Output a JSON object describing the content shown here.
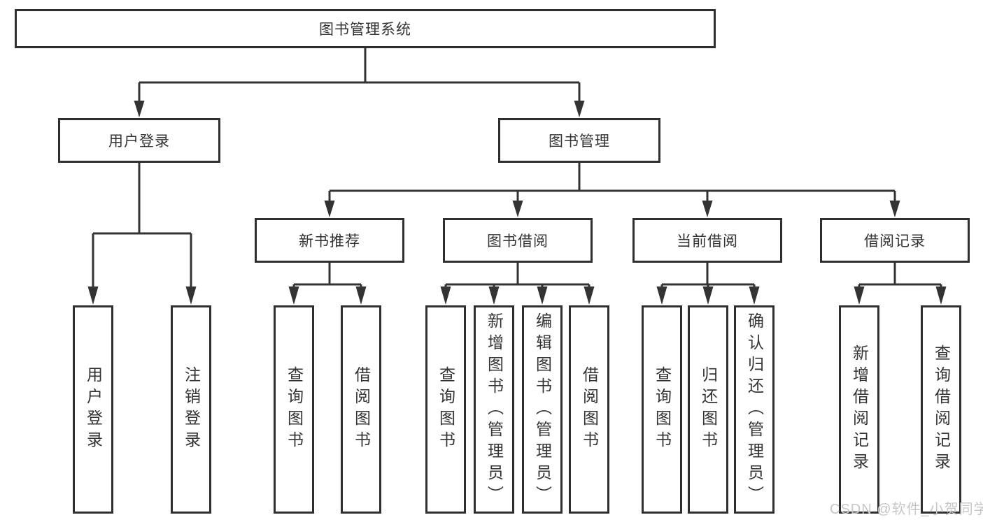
{
  "diagram": {
    "type": "tree",
    "root": {
      "label": "图书管理系统"
    },
    "level2": [
      {
        "label": "用户登录"
      },
      {
        "label": "图书管理"
      }
    ],
    "level3": [
      {
        "label": "新书推荐",
        "parent": "图书管理"
      },
      {
        "label": "图书借阅",
        "parent": "图书管理"
      },
      {
        "label": "当前借阅",
        "parent": "图书管理"
      },
      {
        "label": "借阅记录",
        "parent": "图书管理"
      }
    ],
    "leaves": [
      {
        "label": "用户登录",
        "parent": "用户登录"
      },
      {
        "label": "注销登录",
        "parent": "用户登录"
      },
      {
        "label": "查询图书",
        "parent": "新书推荐"
      },
      {
        "label": "借阅图书",
        "parent": "新书推荐"
      },
      {
        "label": "查询图书",
        "parent": "图书借阅"
      },
      {
        "label": "新增图书（管理员）",
        "parent": "图书借阅"
      },
      {
        "label": "编辑图书（管理员）",
        "parent": "图书借阅"
      },
      {
        "label": "借阅图书",
        "parent": "图书借阅"
      },
      {
        "label": "查询图书",
        "parent": "当前借阅"
      },
      {
        "label": "归还图书",
        "parent": "当前借阅"
      },
      {
        "label": "确认归还（管理员）",
        "parent": "当前借阅"
      },
      {
        "label": "新增借阅记录",
        "parent": "借阅记录"
      },
      {
        "label": "查询借阅记录",
        "parent": "借阅记录"
      }
    ],
    "colors": {
      "line": "#333333",
      "text": "#333333",
      "box_background": "#ffffff",
      "watermark": "#c6c6c6",
      "background": "#ffffff"
    },
    "watermark": "CSDN @软件_小贺同学"
  }
}
